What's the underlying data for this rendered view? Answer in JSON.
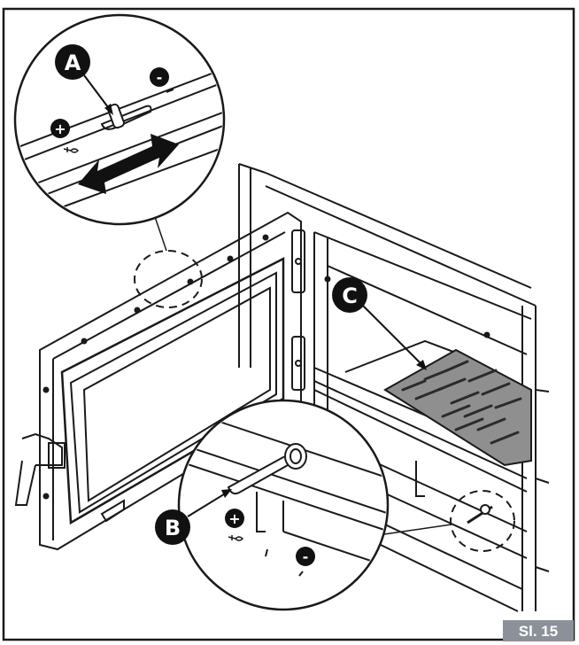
{
  "figure": {
    "tag": "Sl. 15",
    "colors": {
      "tag_bg": "#8c9199",
      "marker_bg": "#111111",
      "line": "#1a1a1a",
      "grate_fill": "#8f8f8f"
    }
  },
  "markers": {
    "a": {
      "letter": "A",
      "meaning": "air-regulator-slider"
    },
    "b": {
      "letter": "B",
      "meaning": "grate-control-rod"
    },
    "c": {
      "letter": "C",
      "meaning": "grate"
    }
  },
  "signs": {
    "plus": "+",
    "minus": "-"
  }
}
